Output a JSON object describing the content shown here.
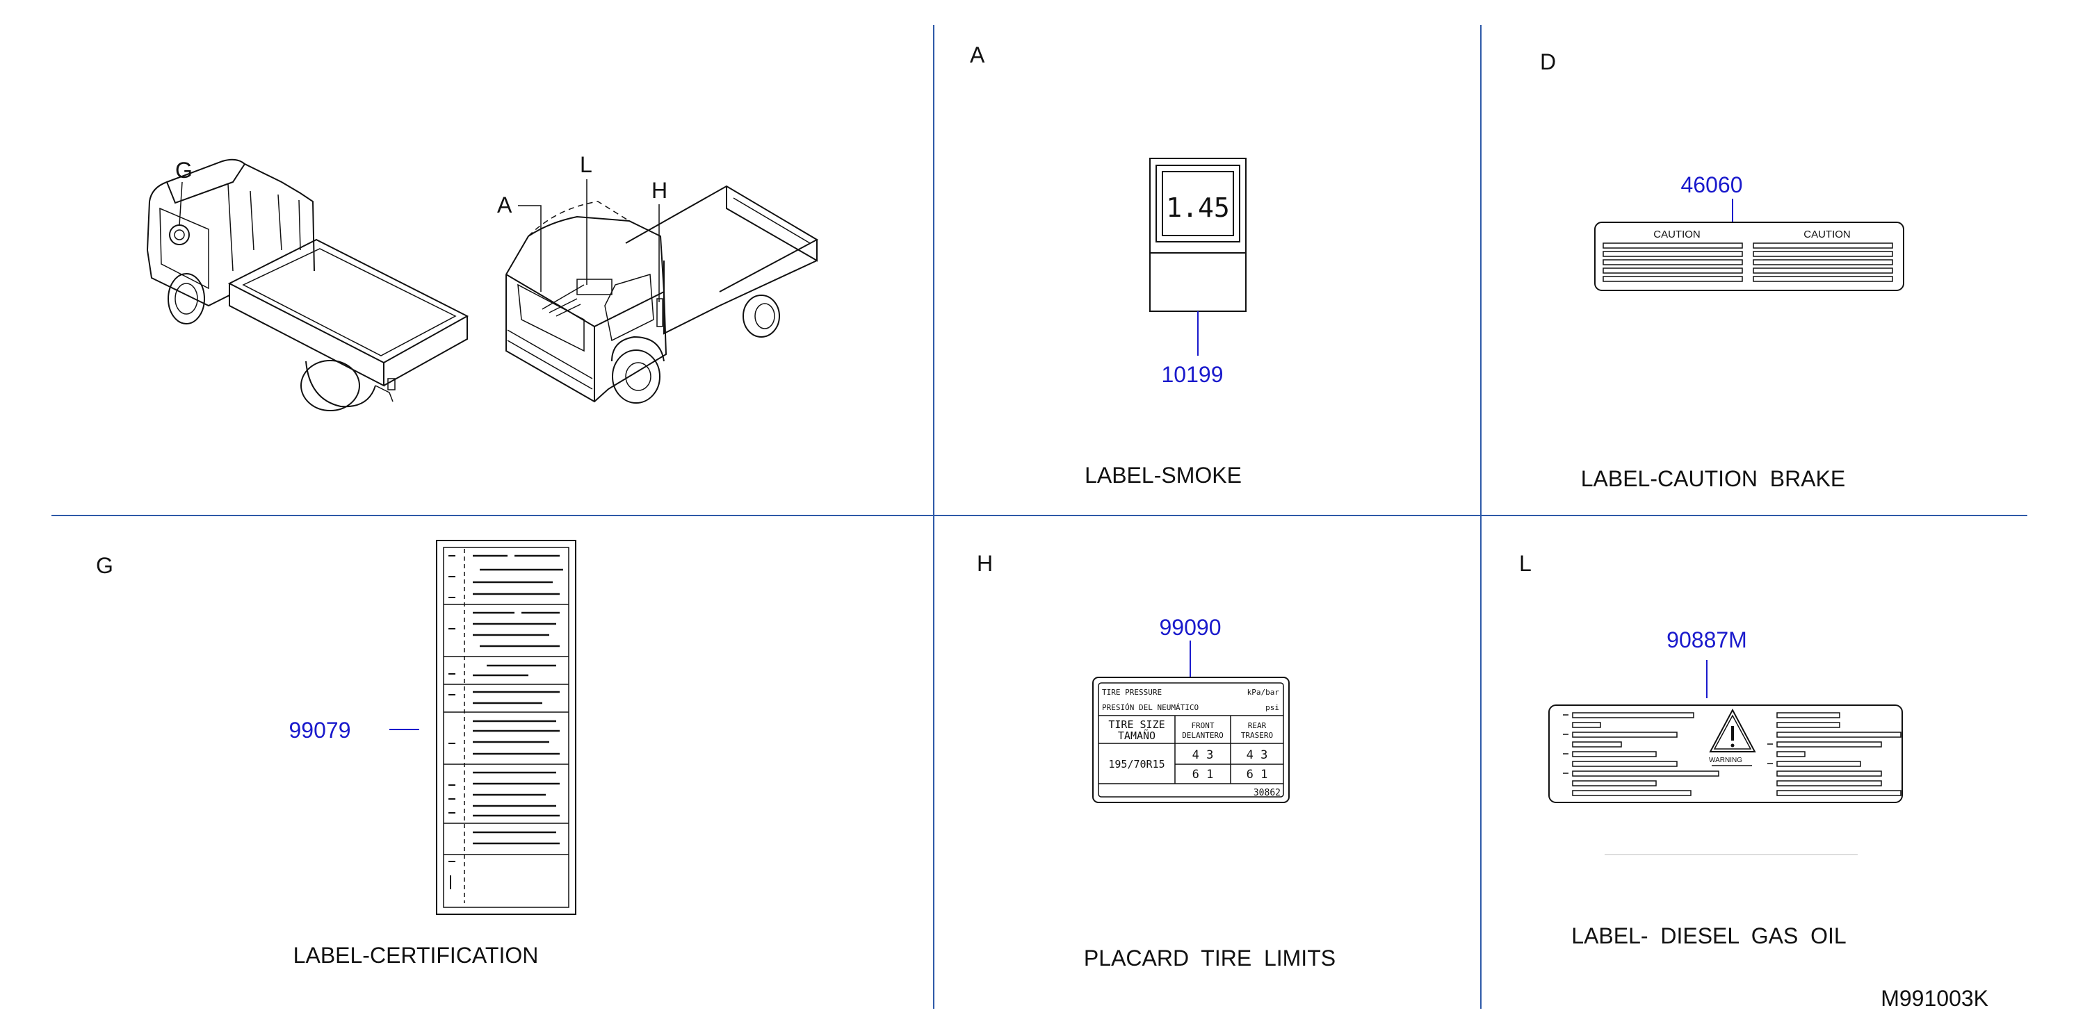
{
  "truck": {
    "letter_G": "G",
    "letter_A": "A",
    "letter_L": "L",
    "letter_H": "H"
  },
  "panel_A": {
    "letter": "A",
    "label_value": "1.45",
    "part_number": "10199",
    "caption": "LABEL-SMOKE"
  },
  "panel_D": {
    "letter": "D",
    "part_number": "46060",
    "caution_left": "CAUTION",
    "caution_right": "CAUTION",
    "caption": "LABEL-CAUTION  BRAKE"
  },
  "panel_G": {
    "letter": "G",
    "part_number": "99079",
    "caption": "LABEL-CERTIFICATION"
  },
  "panel_H": {
    "letter": "H",
    "part_number": "99090",
    "caption": "PLACARD  TIRE  LIMITS",
    "placard": {
      "row1_left": "TIRE PRESSURE",
      "row1_right": "kPa/bar",
      "row2_left": "PRESIÓN DEL NEUMÁTICO",
      "row2_right": "psi",
      "header_col1_a": "TIRE SIZE",
      "header_col1_b": "TAMAÑO",
      "header_col2_a": "FRONT",
      "header_col2_b": "DELANTERO",
      "header_col3_a": "REAR",
      "header_col3_b": "TRASERO",
      "tire_size": "195/70R15",
      "front_top": "4 3",
      "front_bottom": "6 1",
      "rear_top": "4 3",
      "rear_bottom": "6 1",
      "footer": "30862"
    }
  },
  "panel_L": {
    "letter": "L",
    "part_number": "90887M",
    "warning": "WARNING",
    "caption": "LABEL-  DIESEL  GAS  OIL"
  },
  "figure_code": "M991003K"
}
